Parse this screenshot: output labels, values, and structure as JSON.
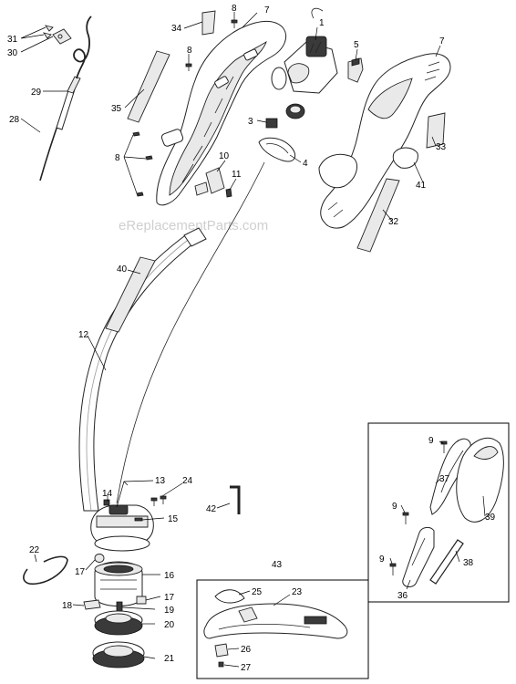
{
  "watermark": "eReplacementParts.com",
  "callouts": [
    "1",
    "3",
    "4",
    "5",
    "7",
    "7",
    "8",
    "8",
    "8",
    "9",
    "9",
    "9",
    "10",
    "11",
    "12",
    "13",
    "14",
    "15",
    "16",
    "17",
    "17",
    "18",
    "19",
    "20",
    "21",
    "22",
    "23",
    "24",
    "25",
    "26",
    "27",
    "28",
    "29",
    "30",
    "31",
    "32",
    "33",
    "34",
    "35",
    "36",
    "37",
    "38",
    "39",
    "40",
    "41",
    "42",
    "43"
  ]
}
